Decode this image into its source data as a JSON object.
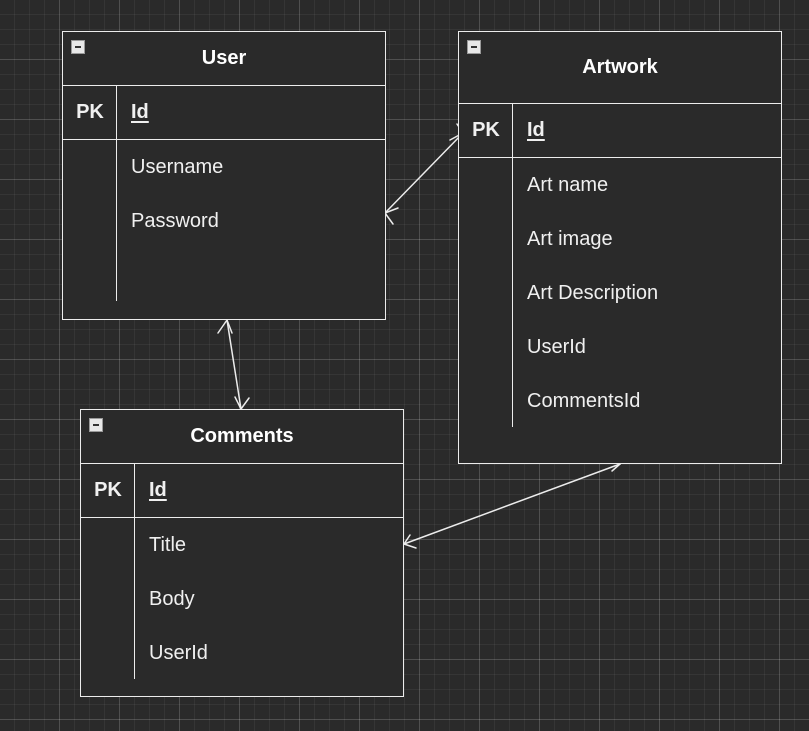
{
  "entities": {
    "user": {
      "title": "User",
      "pk_label": "PK",
      "pk_field": "Id",
      "fields": [
        "Username",
        "Password"
      ]
    },
    "artwork": {
      "title": "Artwork",
      "pk_label": "PK",
      "pk_field": "Id",
      "fields": [
        "Art name",
        "Art image",
        "Art Description",
        "UserId",
        "CommentsId"
      ]
    },
    "comments": {
      "title": "Comments",
      "pk_label": "PK",
      "pk_field": "Id",
      "fields": [
        "Title",
        "Body",
        "UserId"
      ]
    }
  },
  "relationships": [
    {
      "from": "User",
      "to": "Artwork",
      "from_end": "many",
      "to_end": "many"
    },
    {
      "from": "User",
      "to": "Comments",
      "from_end": "many",
      "to_end": "many"
    },
    {
      "from": "Comments",
      "to": "Artwork",
      "from_end": "many",
      "to_end": "many"
    }
  ],
  "colors": {
    "background": "#2a2a2a",
    "stroke": "#ececec",
    "text": "#f0f0f0"
  }
}
